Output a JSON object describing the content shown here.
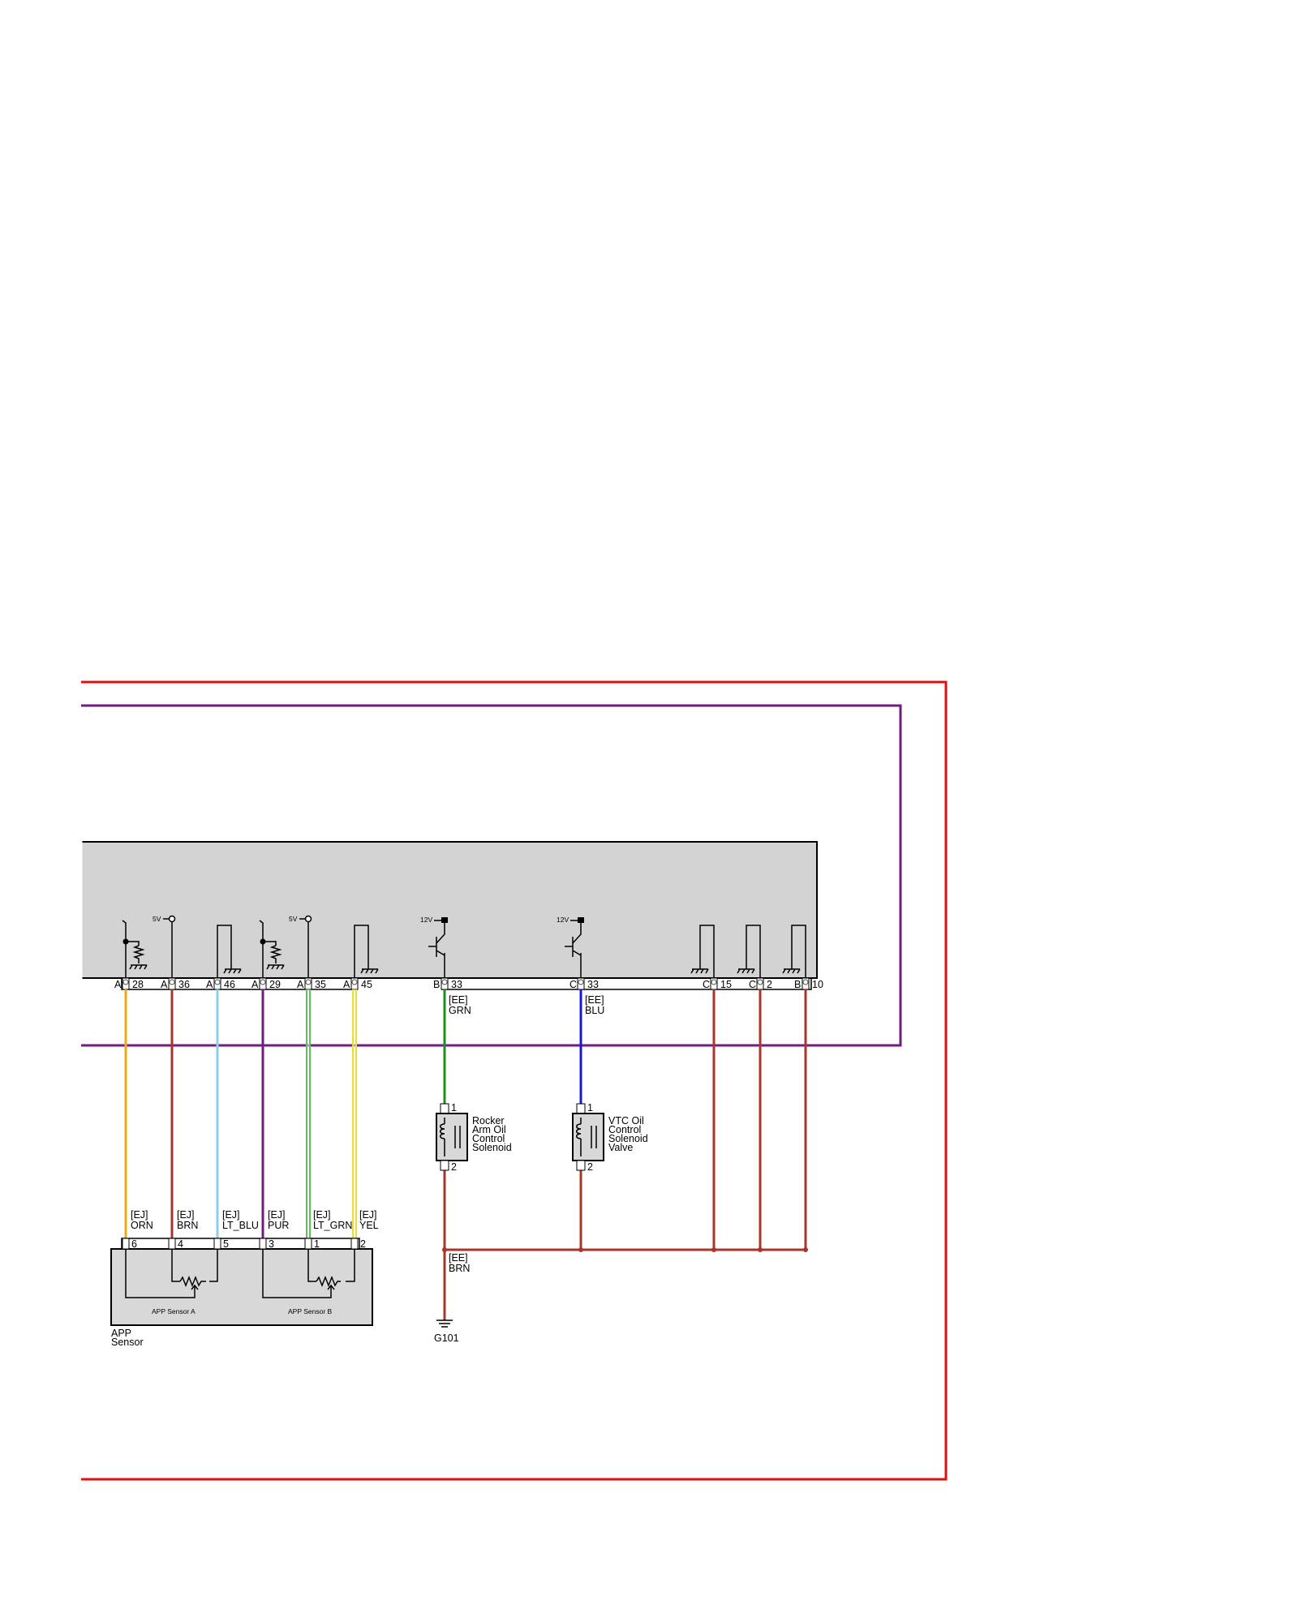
{
  "colors": {
    "red": "#e01010",
    "purple": "#6d1e7e",
    "orange": "#f0a818",
    "brown": "#a8342c",
    "light_blue": "#8ecfe8",
    "green": "#1e8c1e",
    "light_green": "#5cc05c",
    "yellow": "#e6e02a",
    "blue": "#1818d8",
    "ecu_fill": "#d3d3d3",
    "component_fill": "#d8d8d8"
  },
  "ecm": {
    "pins": [
      {
        "conn": "A",
        "num": "28",
        "source": "ground-switch"
      },
      {
        "conn": "A",
        "num": "36",
        "source": "5v-reference",
        "voltage": "5V"
      },
      {
        "conn": "A",
        "num": "46",
        "source": "ground-return"
      },
      {
        "conn": "A",
        "num": "29",
        "source": "ground-switch"
      },
      {
        "conn": "A",
        "num": "35",
        "source": "5v-reference",
        "voltage": "5V"
      },
      {
        "conn": "A",
        "num": "45",
        "source": "ground-return"
      },
      {
        "conn": "B",
        "num": "33",
        "source": "transistor-driver",
        "voltage": "12V"
      },
      {
        "conn": "C",
        "num": "33",
        "source": "transistor-driver",
        "voltage": "12V"
      },
      {
        "conn": "C",
        "num": "15",
        "source": "ground"
      },
      {
        "conn": "C",
        "num": "2",
        "source": "ground"
      },
      {
        "conn": "B",
        "num": "10",
        "source": "ground"
      }
    ]
  },
  "wires": [
    {
      "harness": "[EJ]",
      "color": "ORN"
    },
    {
      "harness": "[EJ]",
      "color": "BRN"
    },
    {
      "harness": "[EJ]",
      "color": "LT_BLU"
    },
    {
      "harness": "[EJ]",
      "color": "PUR"
    },
    {
      "harness": "[EJ]",
      "color": "LT_GRN"
    },
    {
      "harness": "[EJ]",
      "color": "YEL"
    },
    {
      "harness": "[EE]",
      "color": "GRN"
    },
    {
      "harness": "[EE]",
      "color": "BLU"
    },
    {
      "harness": "[EE]",
      "color": "BRN"
    }
  ],
  "app_sensor": {
    "label_line1": "APP",
    "label_line2": "Sensor",
    "sub_a": "APP Sensor A",
    "sub_b": "APP Sensor B",
    "pins": [
      "6",
      "4",
      "5",
      "3",
      "1",
      "2"
    ]
  },
  "rocker_solenoid": {
    "lines": [
      "Rocker",
      "Arm Oil",
      "Control",
      "Solenoid"
    ],
    "pin_top": "1",
    "pin_bottom": "2"
  },
  "vtc_solenoid": {
    "lines": [
      "VTC Oil",
      "Control",
      "Solenoid",
      "Valve"
    ],
    "pin_top": "1",
    "pin_bottom": "2"
  },
  "ground": {
    "label": "G101"
  }
}
